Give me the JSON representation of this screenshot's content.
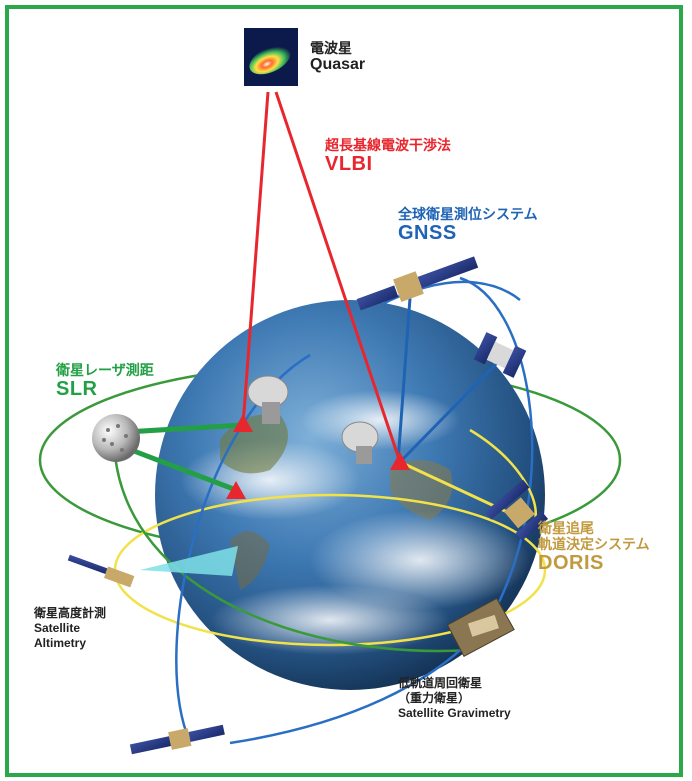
{
  "quasar": {
    "jp": "電波星",
    "en": "Quasar"
  },
  "vlbi": {
    "jp": "超長基線電波干渉法",
    "en": "VLBI"
  },
  "gnss": {
    "jp": "全球衛星測位システム",
    "en": "GNSS"
  },
  "slr": {
    "jp": "衛星レーザ測距",
    "en": "SLR"
  },
  "doris": {
    "jp1": "衛星追尾",
    "jp2": "軌道決定システム",
    "en": "DORIS"
  },
  "altimetry": {
    "jp": "衛星高度計測",
    "en1": "Satellite",
    "en2": "Altimetry"
  },
  "gravimetry": {
    "jp1": "低軌道周回衛星",
    "jp2": "（重力衛星）",
    "en": "Satellite Gravimetry"
  },
  "colors": {
    "frame": "#2aa84a",
    "vlbi": "#e8262d",
    "gnss": "#1f63b4",
    "slr": "#23a046",
    "doris": "#c19a3f",
    "orbit_yellow": "#f2e24a",
    "orbit_green": "#3a9a3a",
    "orbit_blue": "#2a6fc4",
    "station": "#e8262d"
  }
}
